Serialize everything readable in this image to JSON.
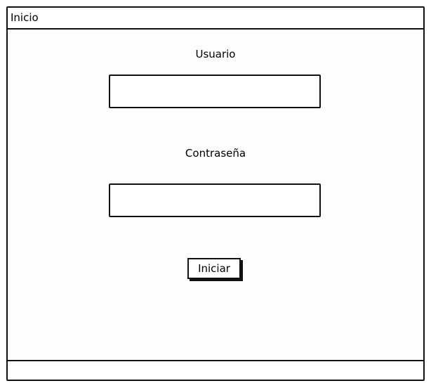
{
  "window": {
    "title": "Inicio"
  },
  "form": {
    "username_label": "Usuario",
    "username_value": "",
    "password_label": "Contraseña",
    "password_value": "",
    "submit_label": "Iniciar"
  },
  "colors": {
    "stroke": "#111111",
    "background": "#ffffff"
  }
}
